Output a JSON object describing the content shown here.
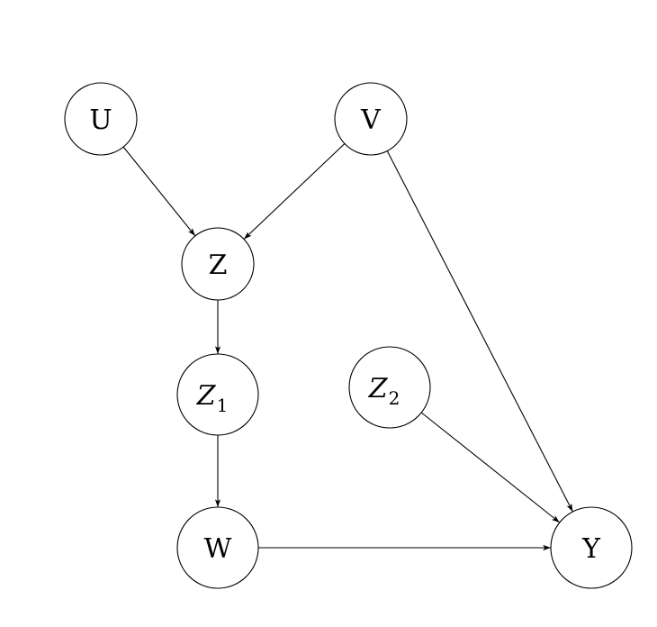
{
  "diagram": {
    "type": "directed-graph",
    "nodes": [
      {
        "id": "U",
        "label": "U",
        "subscript": ""
      },
      {
        "id": "V",
        "label": "V",
        "subscript": ""
      },
      {
        "id": "Z",
        "label": "Z",
        "subscript": ""
      },
      {
        "id": "Z1",
        "label": "Z",
        "subscript": "1",
        "italic": true
      },
      {
        "id": "Z2",
        "label": "Z",
        "subscript": "2",
        "italic": true
      },
      {
        "id": "W",
        "label": "W",
        "subscript": ""
      },
      {
        "id": "Y",
        "label": "Y",
        "subscript": ""
      }
    ],
    "edges": [
      {
        "from": "U",
        "to": "Z"
      },
      {
        "from": "V",
        "to": "Z"
      },
      {
        "from": "V",
        "to": "Y"
      },
      {
        "from": "Z",
        "to": "Z1"
      },
      {
        "from": "Z1",
        "to": "W"
      },
      {
        "from": "W",
        "to": "Y"
      },
      {
        "from": "Z2",
        "to": "Y"
      }
    ],
    "colors": {
      "stroke": "#000000",
      "fill": "#ffffff"
    }
  }
}
